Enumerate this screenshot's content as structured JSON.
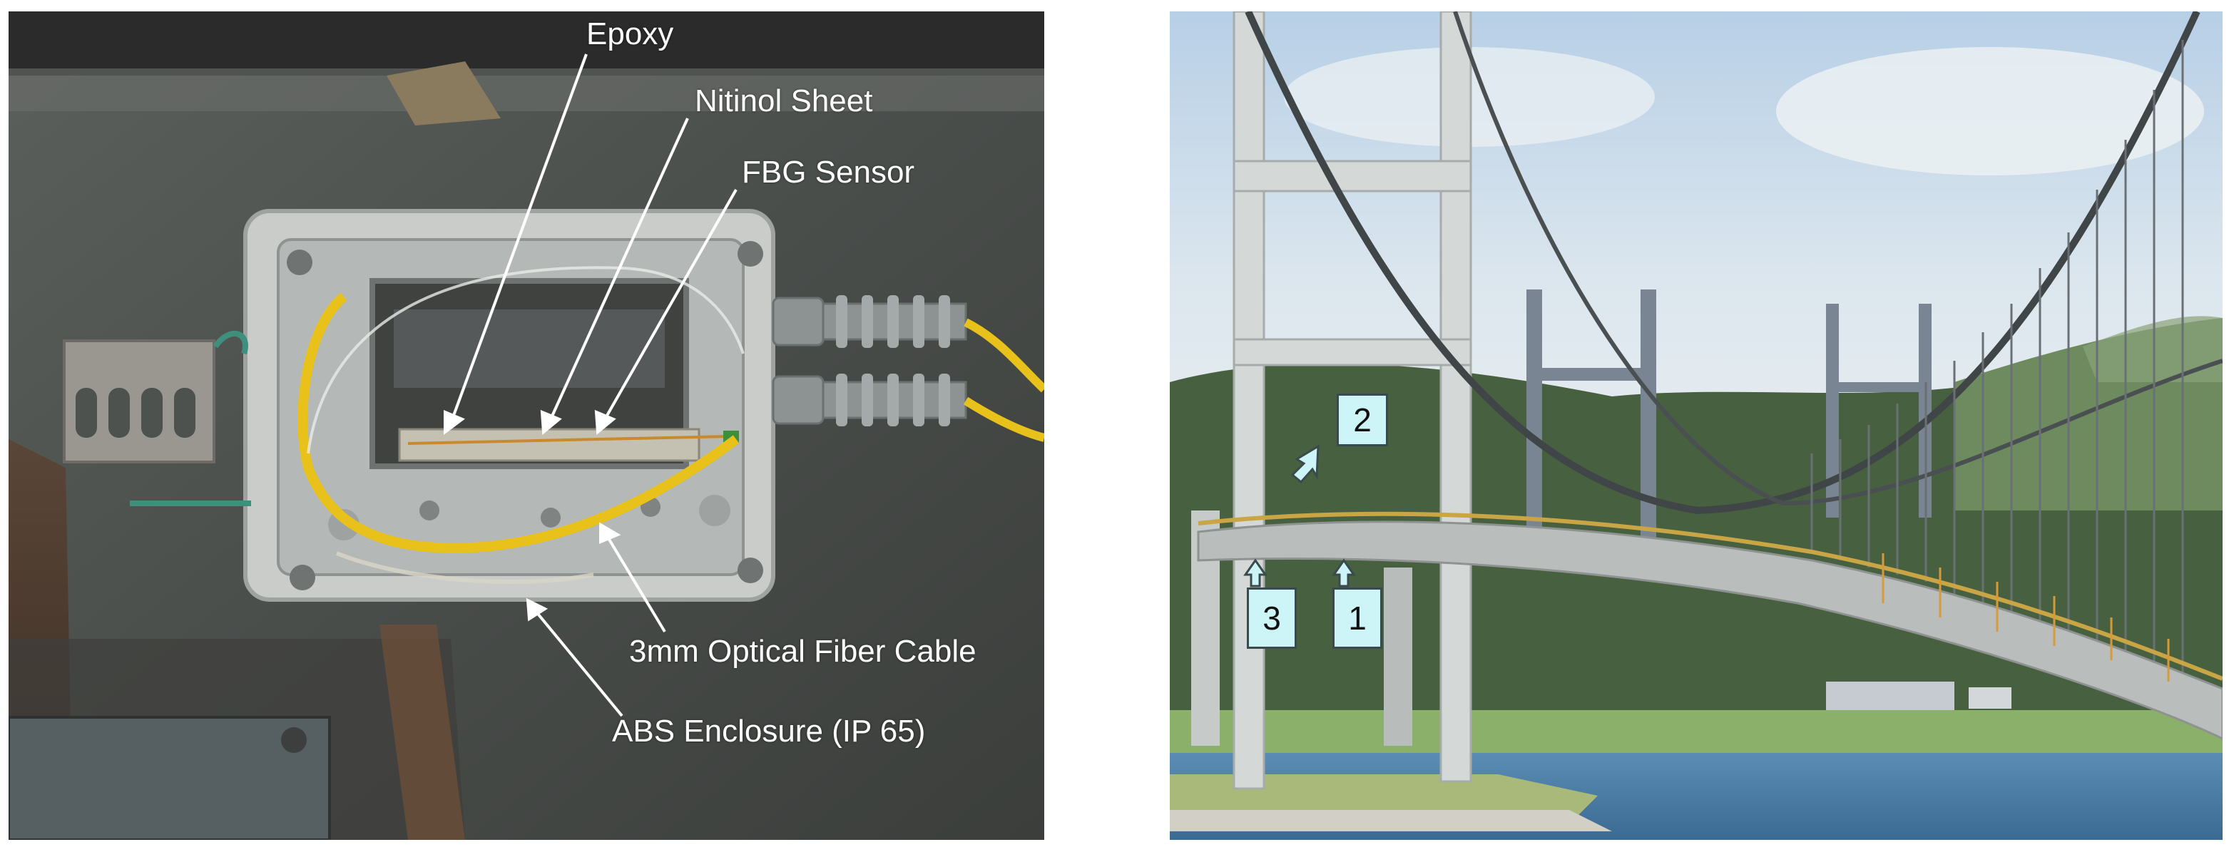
{
  "left_photo": {
    "callouts": {
      "epoxy": "Epoxy",
      "nitinol_sheet": "Nitinol Sheet",
      "fbg_sensor": "FBG Sensor",
      "optical_fiber_cable": "3mm Optical Fiber Cable",
      "abs_enclosure": "ABS Enclosure (IP 65)"
    },
    "colors": {
      "steel": "#4e524f",
      "enclosure": "#c9ccc9",
      "cable": "#e8c21a",
      "gland": "#8d9392"
    }
  },
  "right_photo": {
    "markers": {
      "m1": "1",
      "m2": "2",
      "m3": "3"
    },
    "colors": {
      "sky": "#c9dcee",
      "water": "#4c7fa8",
      "hills": "#47603f",
      "tower": "#d4d8d6",
      "marker_fill": "#cdf5f7"
    }
  }
}
